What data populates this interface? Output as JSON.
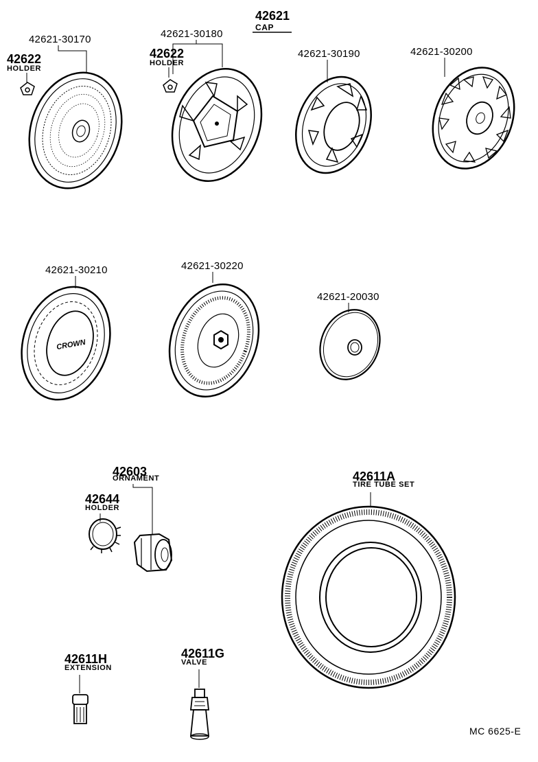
{
  "header": {
    "cap_number": "42621",
    "cap_name": "CAP"
  },
  "parts": {
    "p30170": {
      "number": "42621-30170"
    },
    "holder1": {
      "number": "42622",
      "name": "HOLDER"
    },
    "p30180": {
      "number": "42621-30180"
    },
    "holder2": {
      "number": "42622",
      "name": "HOLDER"
    },
    "p30190": {
      "number": "42621-30190"
    },
    "p30200": {
      "number": "42621-30200"
    },
    "p30210": {
      "number": "42621-30210",
      "emblem": "CROWN"
    },
    "p30220": {
      "number": "42621-30220"
    },
    "p20030": {
      "number": "42621-20030"
    },
    "ornament": {
      "number": "42603",
      "name": "ORNAMENT"
    },
    "holder3": {
      "number": "42644",
      "name": "HOLDER"
    },
    "tire": {
      "number": "42611A",
      "name": "TIRE TUBE SET"
    },
    "extension": {
      "number": "42611H",
      "name": "EXTENSION"
    },
    "valve": {
      "number": "42611G",
      "name": "VALVE"
    }
  },
  "footer": {
    "code": "MC  6625-E"
  }
}
